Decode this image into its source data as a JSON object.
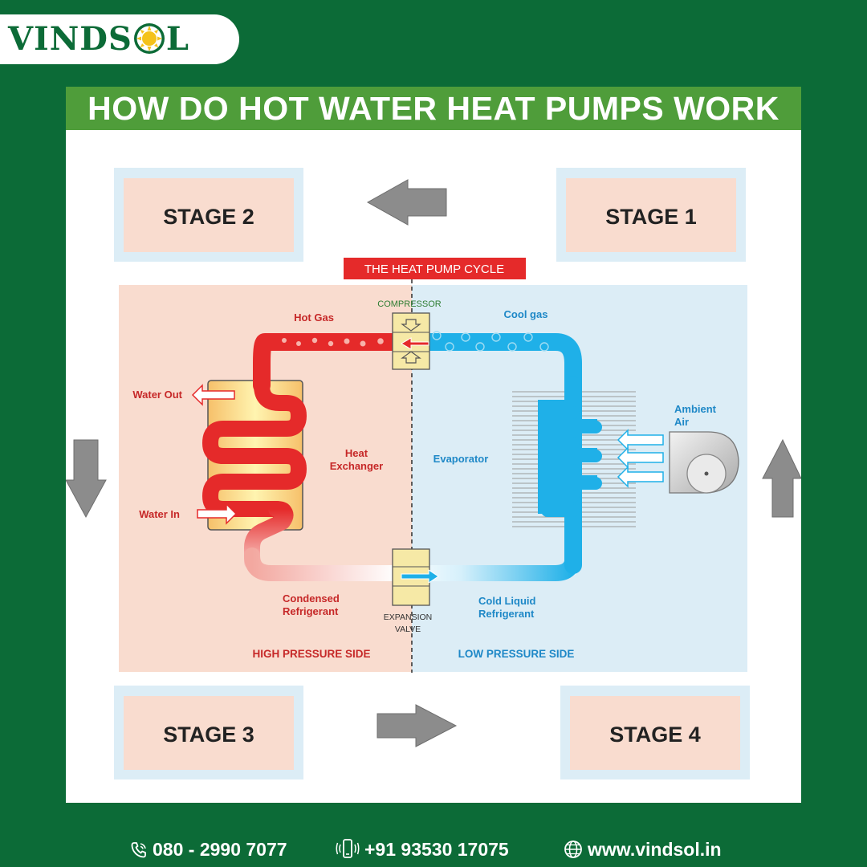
{
  "brand": {
    "name_part1": "VINDS",
    "name_part2": "L",
    "green": "#0c6b37",
    "banner_green": "#4f9d3a"
  },
  "title": "HOW DO HOT WATER HEAT PUMPS WORK",
  "stages": {
    "stage1": "STAGE 1",
    "stage2": "STAGE 2",
    "stage3": "STAGE 3",
    "stage4": "STAGE 4"
  },
  "diagram": {
    "cycle_title": "THE HEAT PUMP CYCLE",
    "compressor": "COMPRESSOR",
    "hot_gas": "Hot Gas",
    "cool_gas": "Cool gas",
    "water_out": "Water Out",
    "water_in": "Water In",
    "heat_exchanger_1": "Heat",
    "heat_exchanger_2": "Exchanger",
    "evaporator": "Evaporator",
    "ambient_air_1": "Ambient",
    "ambient_air_2": "Air",
    "condensed_1": "Condensed",
    "condensed_2": "Refrigerant",
    "expansion_1": "EXPANSION",
    "expansion_2": "VALVE",
    "cold_liquid_1": "Cold Liquid",
    "cold_liquid_2": "Refrigerant",
    "high_pressure": "HIGH PRESSURE SIDE",
    "low_pressure": "LOW PRESSURE SIDE",
    "colors": {
      "hot": "#e52a2a",
      "cold": "#1fb0e8",
      "high_bg": "#f9dccf",
      "low_bg": "#dcedf6",
      "cycle_title_bg": "#e52a2a"
    }
  },
  "contact": {
    "phone1": "080 - 2990 7077",
    "phone2": "+91 93530 17075",
    "website": "www.vindsol.in"
  },
  "icons": {
    "phone": "phone-icon",
    "mobile": "mobile-icon",
    "globe": "globe-icon",
    "sun": "sun-icon"
  }
}
